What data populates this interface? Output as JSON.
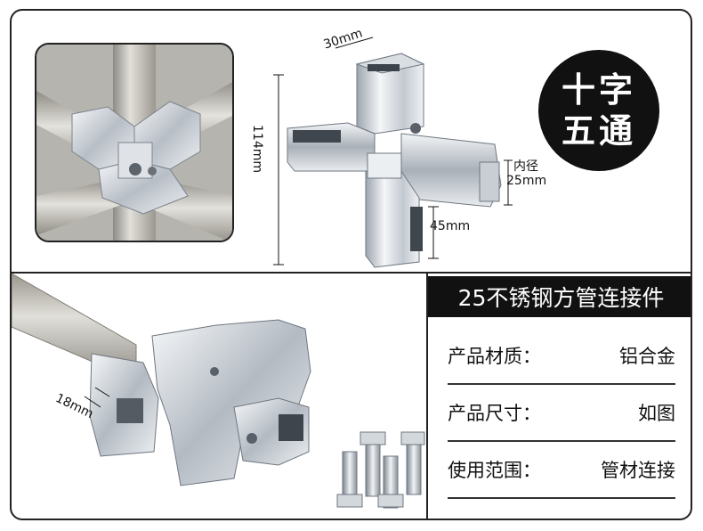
{
  "badge": {
    "line1": "十字",
    "line2": "五通"
  },
  "dimensions": {
    "top_width": "30mm",
    "height": "114mm",
    "inner_label": "内径",
    "inner_value": "25mm",
    "arm_length": "45mm",
    "wall": "18mm"
  },
  "product_title": "25不锈钢方管连接件",
  "specs": [
    {
      "label": "产品材质：",
      "value": "铝合金"
    },
    {
      "label": "产品尺寸：",
      "value": "如图"
    },
    {
      "label": "使用范围：",
      "value": "管材连接"
    }
  ],
  "colors": {
    "chrome": "#d9dde2",
    "dark": "#111111",
    "steel": "#c8c6bf"
  }
}
